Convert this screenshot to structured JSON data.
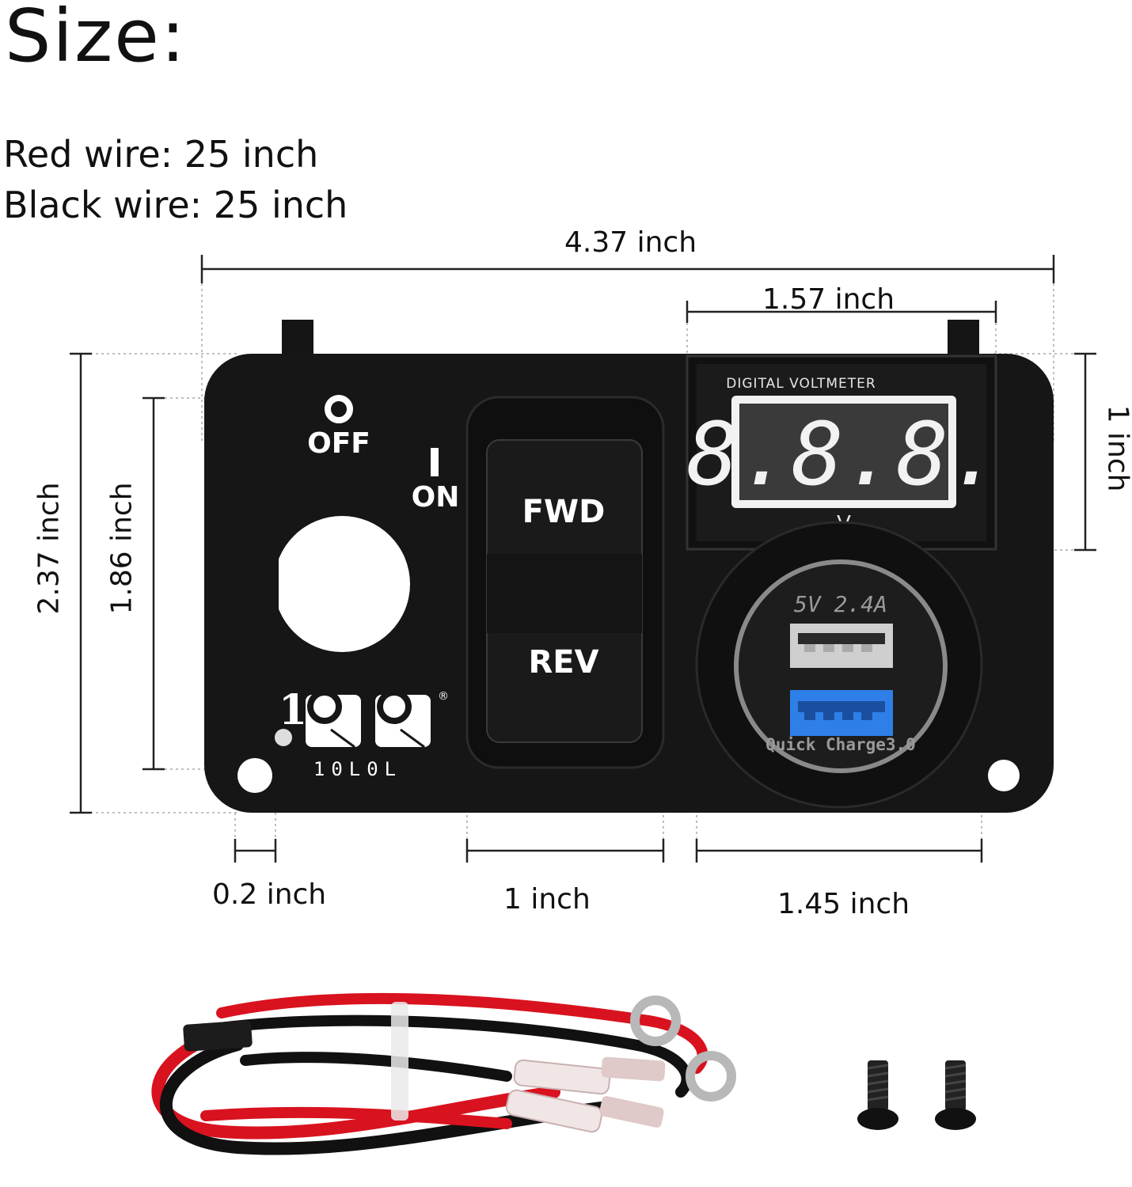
{
  "heading": "Size:",
  "specs": {
    "red_wire": "Red wire: 25 inch",
    "black_wire": "Black wire: 25 inch"
  },
  "dimensions": {
    "total_width": "4.37 inch",
    "voltmeter_width": "1.57 inch",
    "voltmeter_height": "1 inch",
    "total_height": "2.37 inch",
    "inner_height": "1.86 inch",
    "hole_size": "0.2 inch",
    "switch_width": "1 inch",
    "usb_width": "1.45 inch"
  },
  "panel": {
    "off_label": "OFF",
    "on_label": "ON",
    "switch_top": "FWD",
    "switch_bottom": "REV",
    "voltmeter_title": "DIGITAL VOLTMETER",
    "voltmeter_digits": "8.8.8.",
    "voltmeter_unit": "V",
    "usb_rating": "5V  2.4A",
    "usb_qc": "Quick Charge3.0",
    "brand": "10L0L"
  },
  "colors": {
    "panel": "#161616",
    "red_wire": "#d9121f",
    "black_wire": "#111111",
    "usb_blue": "#2f7fe8"
  }
}
